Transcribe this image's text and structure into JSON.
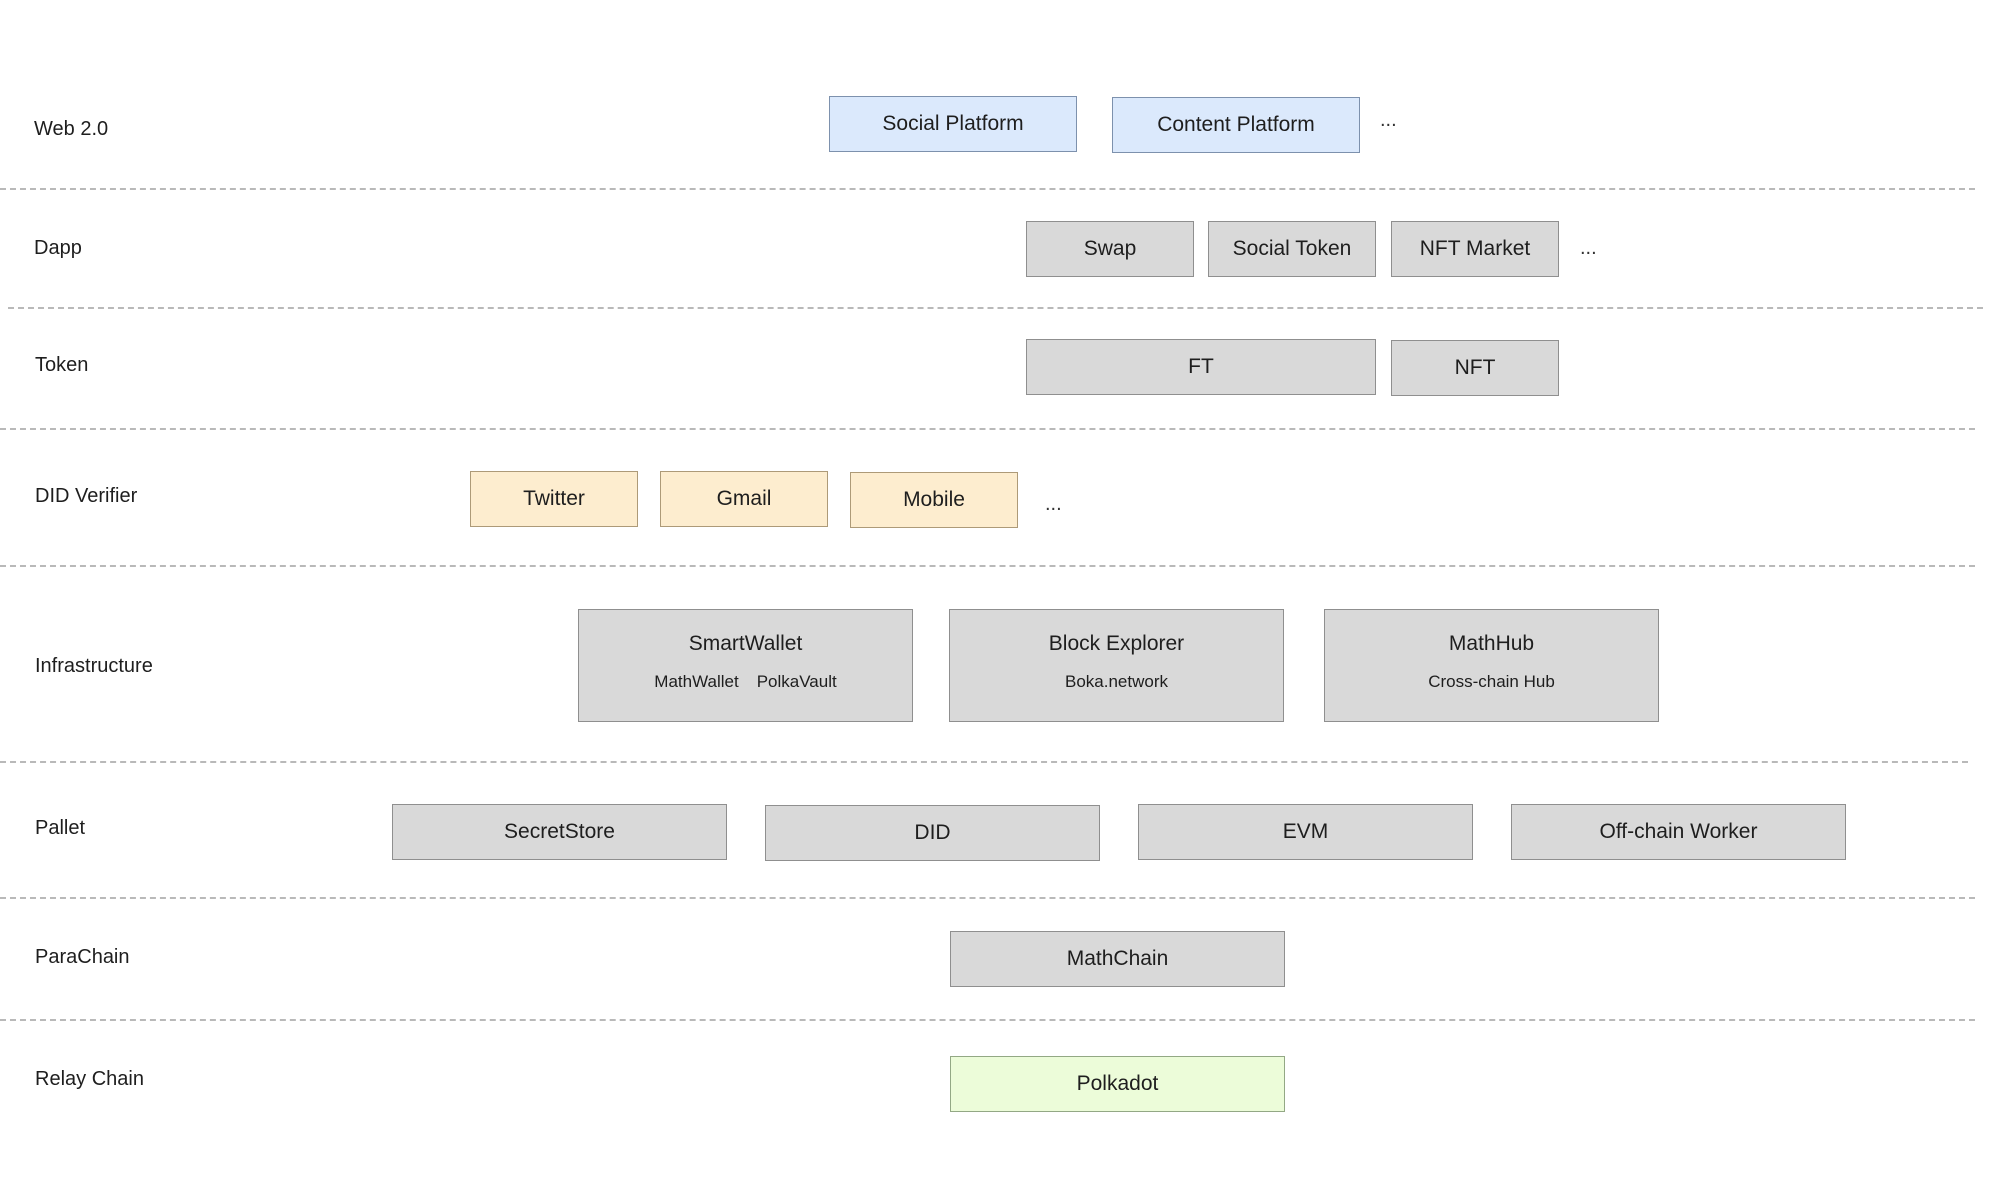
{
  "colors": {
    "default_fill": "#d9d9d9",
    "blue_fill": "#dbe9fc",
    "orange_fill": "#fdedcf",
    "green_fill": "#ecfcd9",
    "divider": "#b9b9b9"
  },
  "layers": {
    "web2": {
      "label": "Web 2.0",
      "boxes": [
        "Social Platform",
        "Content Platform"
      ],
      "more": "..."
    },
    "dapp": {
      "label": "Dapp",
      "boxes": [
        "Swap",
        "Social Token",
        "NFT Market"
      ],
      "more": "..."
    },
    "token": {
      "label": "Token",
      "boxes": [
        "FT",
        "NFT"
      ]
    },
    "did_verifier": {
      "label": "DID Verifier",
      "boxes": [
        "Twitter",
        "Gmail",
        "Mobile"
      ],
      "more": "..."
    },
    "infrastructure": {
      "label": "Infrastructure",
      "boxes": [
        {
          "title": "SmartWallet",
          "subs": [
            "MathWallet",
            "PolkaVault"
          ]
        },
        {
          "title": "Block Explorer",
          "subs": [
            "Boka.network"
          ]
        },
        {
          "title": "MathHub",
          "subs": [
            "Cross-chain Hub"
          ]
        }
      ]
    },
    "pallet": {
      "label": "Pallet",
      "boxes": [
        "SecretStore",
        "DID",
        "EVM",
        "Off-chain Worker"
      ]
    },
    "parachain": {
      "label": "ParaChain",
      "boxes": [
        "MathChain"
      ]
    },
    "relay_chain": {
      "label": "Relay Chain",
      "boxes": [
        "Polkadot"
      ]
    }
  }
}
